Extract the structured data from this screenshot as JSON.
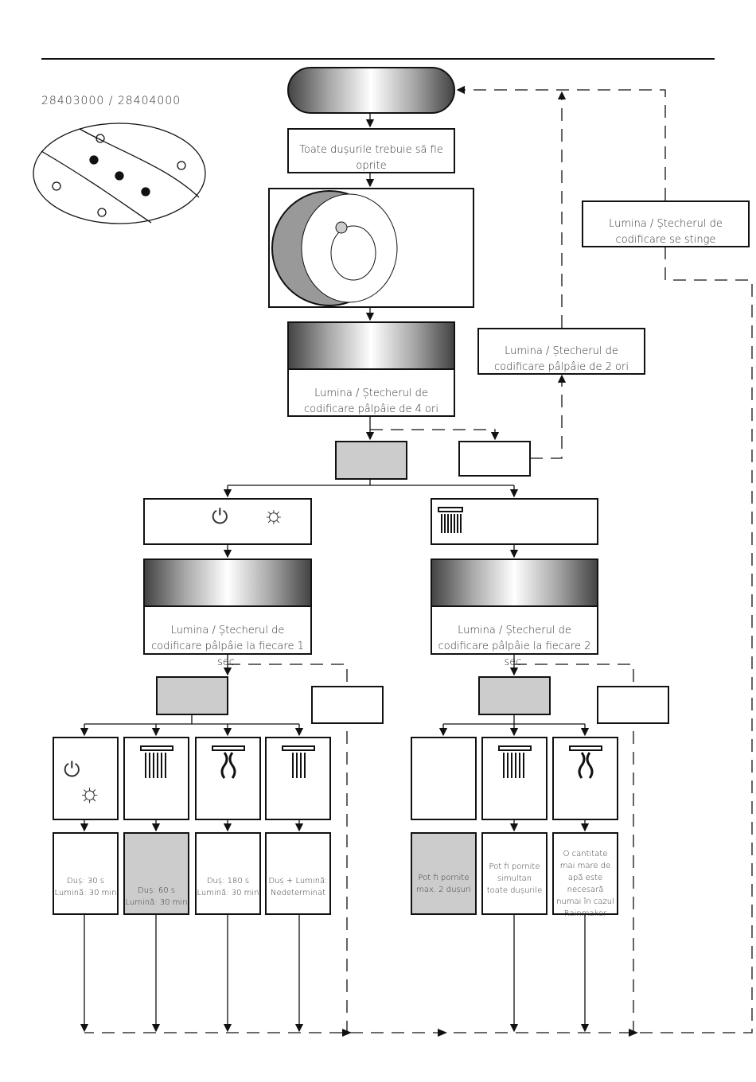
{
  "model_numbers": "28403000 / 28404000",
  "steps": {
    "all_off": "Toate dușurile trebuie să fie oprite",
    "blinks_4": "Lumina / Ștecherul de codificare pâlpâie de 4 ori",
    "blinks_2": "Lumina / Ștecherul de codificare pâlpâie de 2 ori",
    "turns_off": "Lumina / Ștecherul de codificare se stinge",
    "blinks_1s": "Lumina / Ștecherul de codificare pâlpâie la fiecare 1 sec.",
    "blinks_2s": "Lumina / Ștecherul de codificare pâlpâie la fiecare 2 sec."
  },
  "left_results": [
    "Duș: 30 s\nLumină: 30 min",
    "Duș: 60 s\nLumină: 30 min",
    "Duș: 180 s\nLumină: 30 min",
    "Duș + Lumină:\nNedeterminat"
  ],
  "right_results": [
    "Pot fi pornite max. 2 dușuri",
    "Pot fi pornite simultan toate dușurile",
    "O cantitate mai mare de apă este necesară numai în cazul Rainmaker"
  ],
  "icons": [
    "power-icon",
    "sun-icon",
    "rain-shower-icon",
    "waterfall-shower-icon",
    "rain-shower-narrow-icon"
  ]
}
